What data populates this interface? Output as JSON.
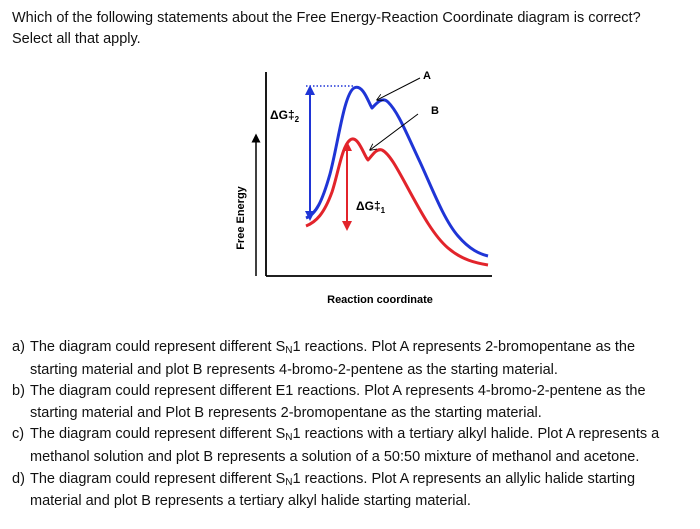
{
  "question": {
    "line1": "Which of the following statements about the Free Energy-Reaction Coordinate diagram is correct?",
    "line2": "Select all that apply."
  },
  "diagram": {
    "y_axis_label": "Free Energy",
    "x_axis_label": "Reaction coordinate",
    "label_a": "A",
    "label_b": "B",
    "dg2_label": "ΔG‡",
    "dg2_sub": "2",
    "dg1_label": "ΔG‡",
    "dg1_sub": "1",
    "colors": {
      "curve_a": "#1f35d6",
      "curve_b": "#e2242b",
      "arrow_b": "#e2242b",
      "arrow_a": "#1f35d6"
    }
  },
  "options": [
    {
      "letter": "a)",
      "pre": "The diagram could represent different S",
      "sub": "N",
      "post": "1 reactions. Plot A represents 2-bromopentane as the",
      "line2": "starting material and plot B represents 4-bromo-2-pentene as the starting material."
    },
    {
      "letter": "b)",
      "pre": "The diagram could represent different E1 reactions. Plot A represents 4-bromo-2-pentene as the",
      "line2": "starting material and Plot B represents 2-bromopentane as the starting material."
    },
    {
      "letter": "c)",
      "pre": "The diagram could represent different S",
      "sub": "N",
      "post": "1 reactions with a tertiary alkyl halide. Plot A represents a",
      "line2": "methanol solution and plot B represents a solution of a 50:50 mixture of methanol and acetone."
    },
    {
      "letter": "d)",
      "pre": "The diagram could represent different S",
      "sub": "N",
      "post": "1 reactions. Plot A represents an allylic halide starting",
      "line2": "material and plot B represents a tertiary alkyl halide starting material."
    }
  ]
}
